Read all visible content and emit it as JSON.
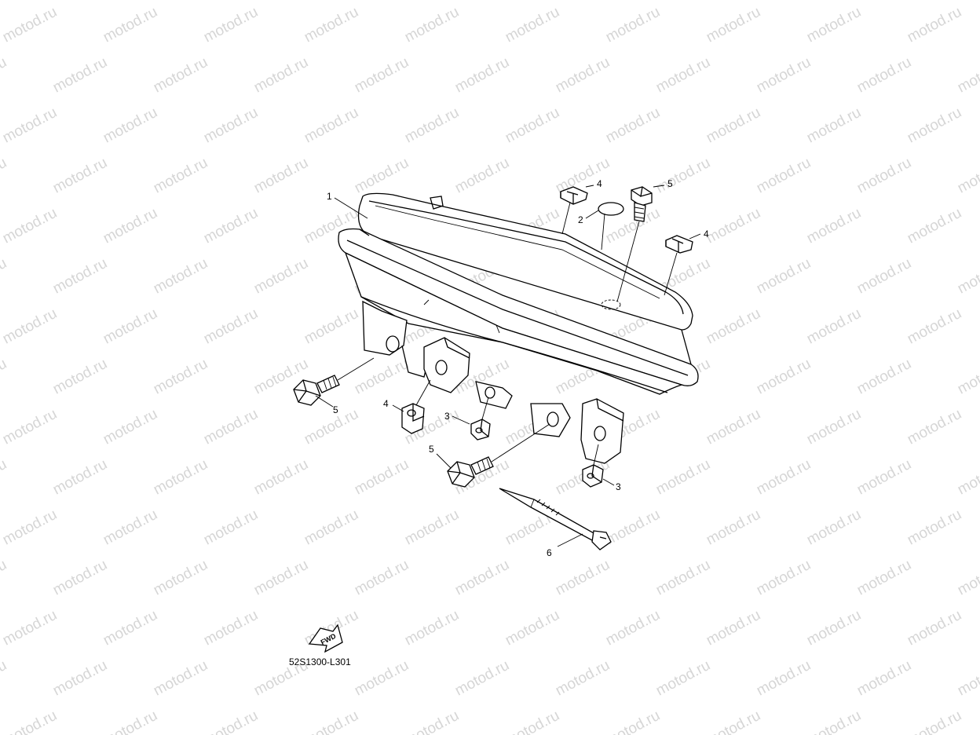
{
  "watermark": "motod.ru",
  "diagram_code": "52S1300-L301",
  "fwd_label": "FWD",
  "callouts": {
    "c1": "1",
    "c2": "2",
    "c3a": "3",
    "c3b": "3",
    "c4a": "4",
    "c4b": "4",
    "c4c": "4",
    "c5a": "5",
    "c5b": "5",
    "c5c": "5",
    "c6": "6"
  },
  "colors": {
    "line": "#000000",
    "background": "#ffffff",
    "watermark": "#d6d6d6"
  }
}
